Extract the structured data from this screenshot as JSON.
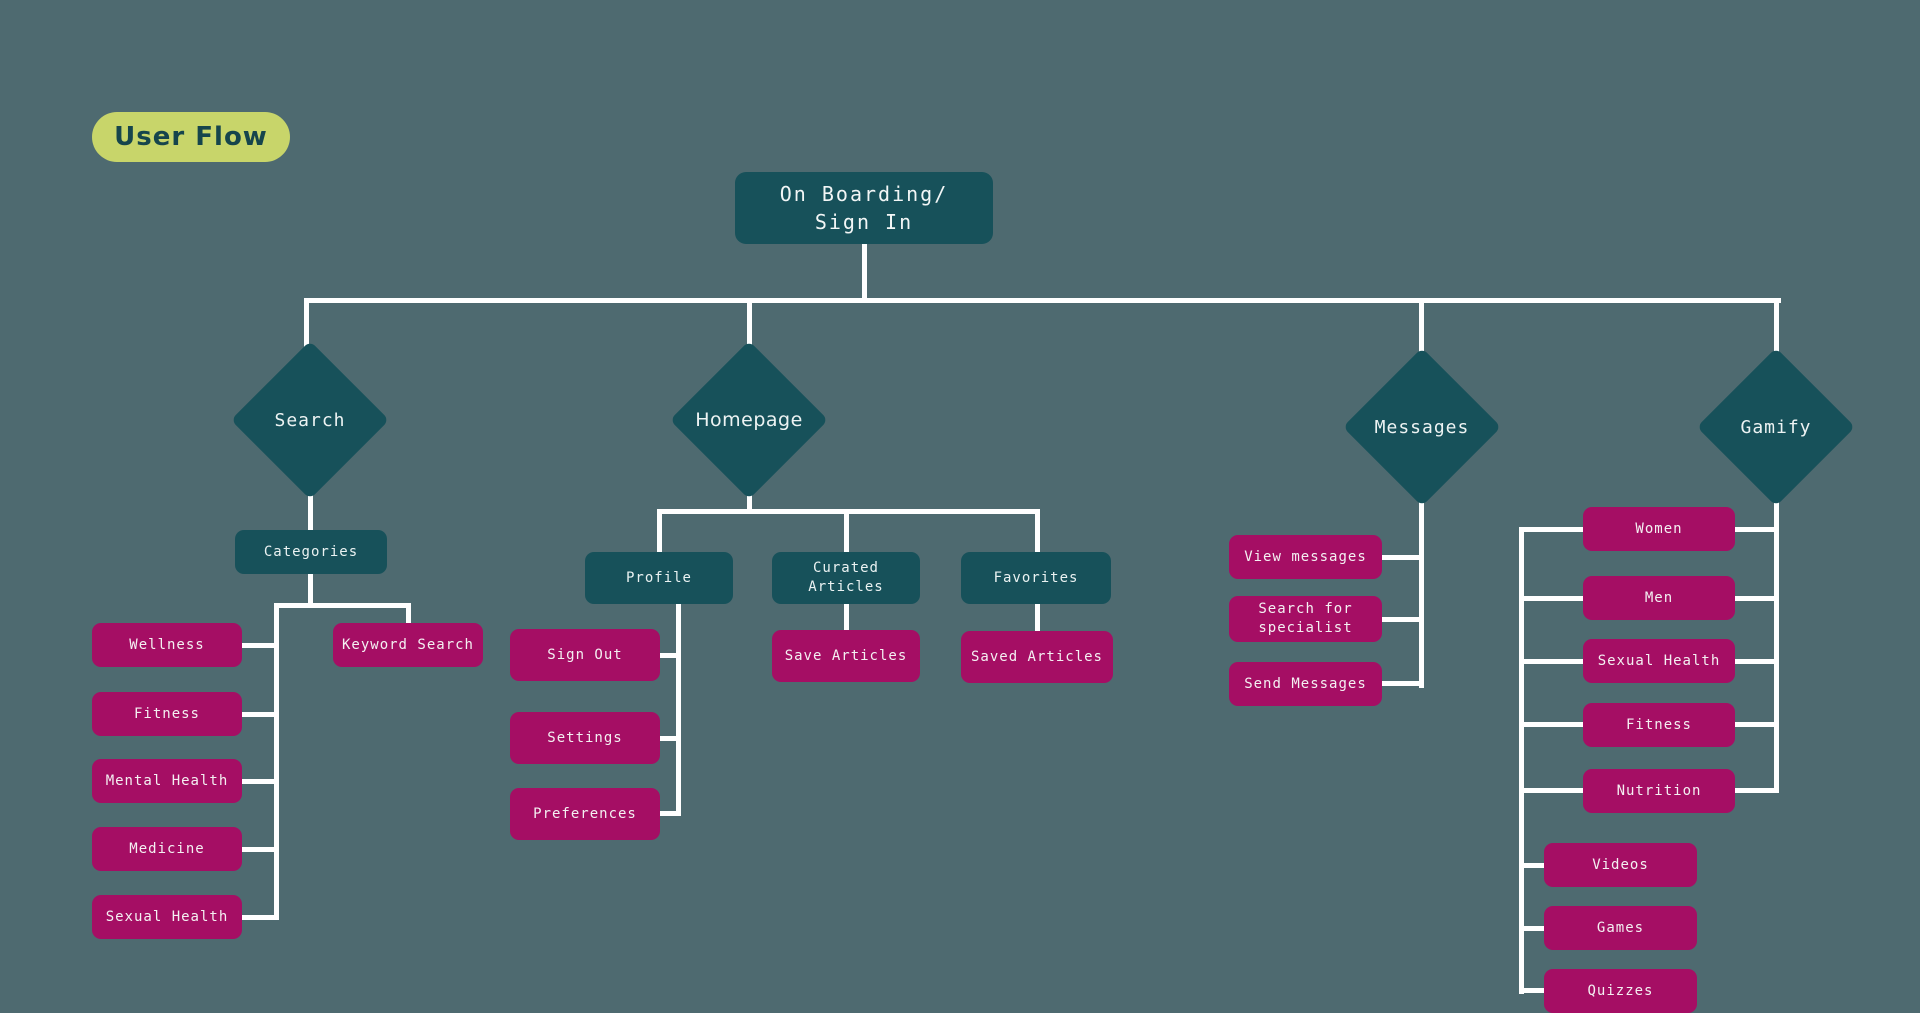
{
  "colors": {
    "background": "#4E6A70",
    "teal_node": "#17515A",
    "magenta_node": "#A50E64",
    "badge_bg": "#C8D56A",
    "badge_text": "#16454C",
    "connector": "#FFFFFF"
  },
  "badge": {
    "label": "User Flow"
  },
  "root": {
    "label": "On Boarding/\nSign In"
  },
  "search": {
    "diamond": "Search",
    "categories": "Categories",
    "keyword_search": "Keyword Search",
    "items": [
      "Wellness",
      "Fitness",
      "Mental Health",
      "Medicine",
      "Sexual Health"
    ]
  },
  "homepage": {
    "diamond": "Homepage",
    "profile": "Profile",
    "profile_items": [
      "Sign Out",
      "Settings",
      "Preferences"
    ],
    "curated_articles": "Curated Articles",
    "save_articles": "Save Articles",
    "favorites": "Favorites",
    "saved_articles": "Saved Articles"
  },
  "messages": {
    "diamond": "Messages",
    "items": [
      "View messages",
      "Search for specialist",
      "Send Messages"
    ]
  },
  "gamify": {
    "diamond": "Gamify",
    "dual_linked_items": [
      "Women",
      "Men",
      "Sexual Health",
      "Fitness",
      "Nutrition"
    ],
    "left_linked_items": [
      "Videos",
      "Games",
      "Quizzes"
    ]
  }
}
